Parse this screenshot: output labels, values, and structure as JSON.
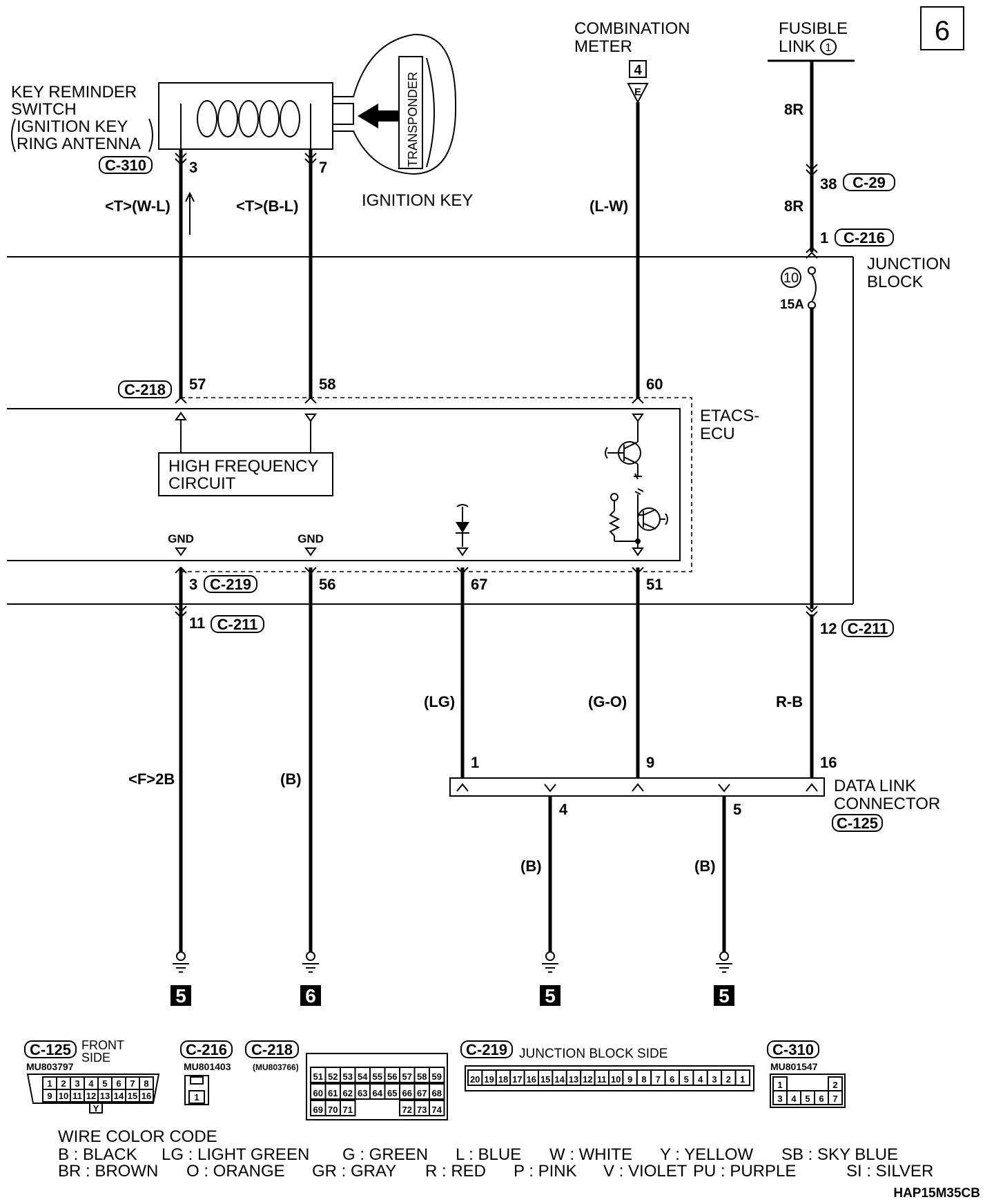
{
  "page_number": "6",
  "components": {
    "combination_meter": [
      "COMBINATION",
      "METER"
    ],
    "combination_meter_connector": "4",
    "combination_meter_pin": "E",
    "fusible_link": [
      "FUSIBLE",
      "LINK"
    ],
    "fusible_link_number": "1",
    "key_reminder_switch": [
      "KEY REMINDER",
      "SWITCH",
      "IGNITION KEY",
      "RING ANTENNA"
    ],
    "transponder": "TRANSPONDER",
    "ignition_key": "IGNITION KEY",
    "junction_block": [
      "JUNCTION",
      "BLOCK"
    ],
    "fuse_number": "10",
    "fuse_rating": "15A",
    "etacs_ecu": [
      "ETACS-",
      "ECU"
    ],
    "high_frequency_circuit": [
      "HIGH FREQUENCY",
      "CIRCUIT"
    ],
    "gnd_label": "GND",
    "data_link_connector": [
      "DATA LINK",
      "CONNECTOR"
    ]
  },
  "connectors": {
    "c310": "C-310",
    "c29": "C-29",
    "c216": "C-216",
    "c218": "C-218",
    "c219": "C-219",
    "c211": "C-211",
    "c125": "C-125"
  },
  "pins": {
    "c310_3": "3",
    "c310_7": "7",
    "c29_38": "38",
    "c216_1": "1",
    "ecu_57": "57",
    "ecu_58": "58",
    "ecu_60": "60",
    "c219_3": "3",
    "ecu_56": "56",
    "ecu_67": "67",
    "ecu_51": "51",
    "c211_11": "11",
    "c211_12": "12",
    "dlc_1": "1",
    "dlc_9": "9",
    "dlc_16": "16",
    "dlc_4": "4",
    "dlc_5": "5"
  },
  "wire_colors": {
    "w_wl": "<T>(W-L)",
    "w_bl": "<T>(B-L)",
    "w_lw": "(L-W)",
    "w_8r_top": "8R",
    "w_8r_mid": "8R",
    "w_lg": "(LG)",
    "w_go": "(G-O)",
    "w_rb": "R-B",
    "w_2b": "<F>2B",
    "w_b1": "(B)",
    "w_b2": "(B)",
    "w_b3": "(B)"
  },
  "ground_points": [
    "5",
    "6",
    "5",
    "5"
  ],
  "connector_views": {
    "c125": {
      "code": "C-125",
      "part": "MU803797",
      "side": [
        "FRONT",
        "SIDE"
      ],
      "row1": [
        "1",
        "2",
        "3",
        "4",
        "5",
        "6",
        "7",
        "8"
      ],
      "row2": [
        "9",
        "10",
        "11",
        "12",
        "13",
        "14",
        "15",
        "16"
      ],
      "key": "Y"
    },
    "c216": {
      "code": "C-216",
      "part": "MU801403",
      "row1": [
        "1"
      ]
    },
    "c218": {
      "code": "C-218",
      "part": "(MU803766)",
      "row1": [
        "51",
        "52",
        "53",
        "54",
        "55",
        "56",
        "57",
        "58",
        "59"
      ],
      "row2": [
        "60",
        "61",
        "62",
        "63",
        "64",
        "65",
        "66",
        "67",
        "68"
      ],
      "row3a": [
        "69",
        "70",
        "71"
      ],
      "row3b": [
        "72",
        "73",
        "74"
      ]
    },
    "c219": {
      "code": "C-219",
      "side": "JUNCTION BLOCK SIDE",
      "row1": [
        "20",
        "19",
        "18",
        "17",
        "16",
        "15",
        "14",
        "13",
        "12",
        "11",
        "10",
        "9",
        "8",
        "7",
        "6",
        "5",
        "4",
        "3",
        "2",
        "1"
      ]
    },
    "c310": {
      "code": "C-310",
      "part": "MU801547",
      "row1": [
        "1",
        "2"
      ],
      "row2": [
        "3",
        "4",
        "5",
        "6",
        "7"
      ]
    }
  },
  "wire_color_code": {
    "title": "WIRE COLOR CODE",
    "line1": [
      "B : BLACK",
      "LG : LIGHT GREEN",
      "G : GREEN",
      "L : BLUE",
      "W : WHITE",
      "Y : YELLOW",
      "SB : SKY BLUE"
    ],
    "line2": [
      "BR : BROWN",
      "O : ORANGE",
      "GR : GRAY",
      "R : RED",
      "P : PINK",
      "V : VIOLET",
      "PU : PURPLE",
      "SI : SILVER"
    ]
  },
  "drawing_code": "HAP15M35CB"
}
